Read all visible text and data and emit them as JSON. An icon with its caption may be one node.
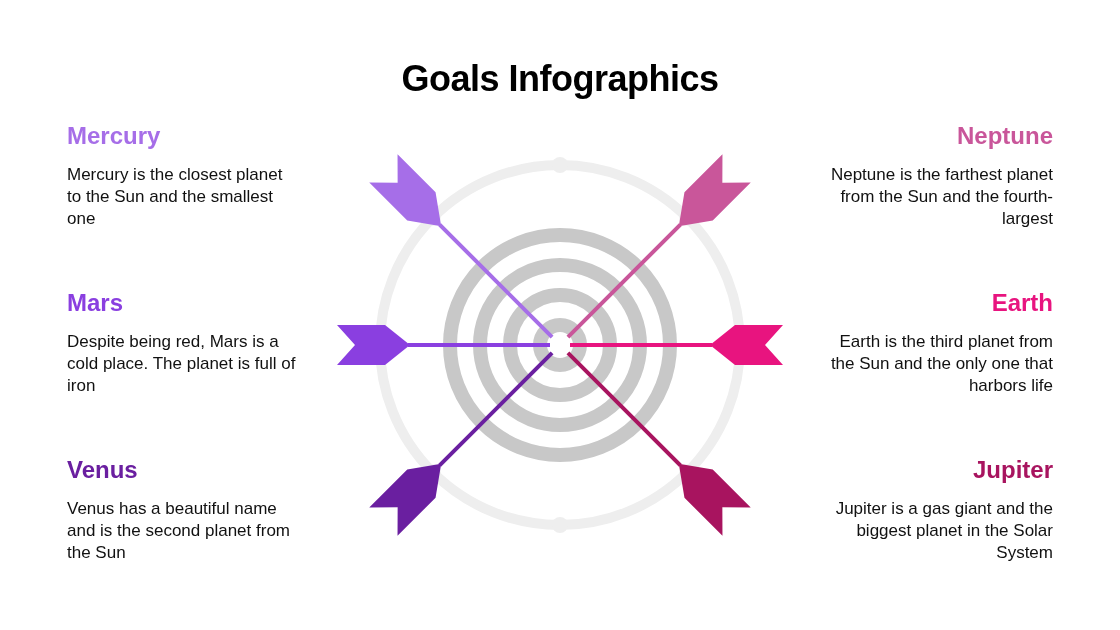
{
  "diagram": {
    "title": "Goals Infographics",
    "labels": [
      "Mercury",
      "Mercury is the closest planet to the Sun and the smallest one",
      "Neptune",
      "Neptune is the farthest planet from the Sun and the fourth-largest",
      "Mars",
      "Despite being red, Mars is a cold place. The planet is full of iron",
      "Earth",
      "Earth is the third planet from the Sun and the only one that harbors life",
      "Venus",
      "Venus has a beautiful name and is the second planet from the Sun",
      "Jupiter",
      "Jupiter is a gas giant and the biggest planet in the Solar System"
    ]
  }
}
